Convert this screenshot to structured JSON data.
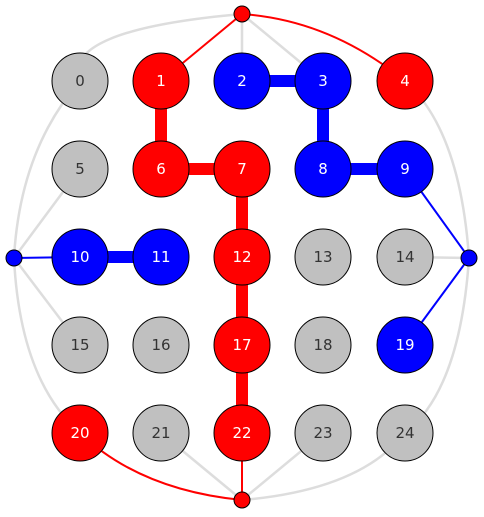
{
  "colors": {
    "red": "#ff0000",
    "blue": "#0000ff",
    "gray": "#c0c0c0",
    "light_edge": "#dddddd",
    "stroke": "#000000",
    "label_light": "#ffffff",
    "label_dark": "#333333"
  },
  "nodes": [
    {
      "id": "0",
      "label": "0",
      "color": "gray"
    },
    {
      "id": "1",
      "label": "1",
      "color": "red"
    },
    {
      "id": "2",
      "label": "2",
      "color": "blue"
    },
    {
      "id": "3",
      "label": "3",
      "color": "blue"
    },
    {
      "id": "4",
      "label": "4",
      "color": "red"
    },
    {
      "id": "5",
      "label": "5",
      "color": "gray"
    },
    {
      "id": "6",
      "label": "6",
      "color": "red"
    },
    {
      "id": "7",
      "label": "7",
      "color": "red"
    },
    {
      "id": "8",
      "label": "8",
      "color": "blue"
    },
    {
      "id": "9",
      "label": "9",
      "color": "blue"
    },
    {
      "id": "10",
      "label": "10",
      "color": "blue"
    },
    {
      "id": "11",
      "label": "11",
      "color": "blue"
    },
    {
      "id": "12",
      "label": "12",
      "color": "red"
    },
    {
      "id": "13",
      "label": "13",
      "color": "gray"
    },
    {
      "id": "14",
      "label": "14",
      "color": "gray"
    },
    {
      "id": "15",
      "label": "15",
      "color": "gray"
    },
    {
      "id": "16",
      "label": "16",
      "color": "gray"
    },
    {
      "id": "17",
      "label": "17",
      "color": "red"
    },
    {
      "id": "18",
      "label": "18",
      "color": "gray"
    },
    {
      "id": "19",
      "label": "19",
      "color": "blue"
    },
    {
      "id": "20",
      "label": "20",
      "color": "red"
    },
    {
      "id": "21",
      "label": "21",
      "color": "gray"
    },
    {
      "id": "22",
      "label": "22",
      "color": "red"
    },
    {
      "id": "23",
      "label": "23",
      "color": "gray"
    },
    {
      "id": "24",
      "label": "24",
      "color": "gray"
    }
  ],
  "terminals": [
    {
      "id": "top",
      "color": "red"
    },
    {
      "id": "bottom",
      "color": "red"
    },
    {
      "id": "left",
      "color": "blue"
    },
    {
      "id": "right",
      "color": "blue"
    }
  ],
  "edges_thick": [
    {
      "from": "1",
      "to": "6",
      "color": "red"
    },
    {
      "from": "6",
      "to": "7",
      "color": "red"
    },
    {
      "from": "7",
      "to": "12",
      "color": "red"
    },
    {
      "from": "12",
      "to": "17",
      "color": "red"
    },
    {
      "from": "17",
      "to": "22",
      "color": "red"
    },
    {
      "from": "2",
      "to": "3",
      "color": "blue"
    },
    {
      "from": "3",
      "to": "8",
      "color": "blue"
    },
    {
      "from": "8",
      "to": "9",
      "color": "blue"
    },
    {
      "from": "10",
      "to": "11",
      "color": "blue"
    }
  ],
  "edges_thin": [
    {
      "from": "top",
      "to": "1",
      "color": "red"
    },
    {
      "from": "top",
      "to": "4",
      "color": "red"
    },
    {
      "from": "bottom",
      "to": "22",
      "color": "red"
    },
    {
      "from": "bottom",
      "to": "20",
      "color": "red"
    },
    {
      "from": "left",
      "to": "10",
      "color": "blue"
    },
    {
      "from": "right",
      "to": "9",
      "color": "blue"
    },
    {
      "from": "right",
      "to": "19",
      "color": "blue"
    },
    {
      "from": "top",
      "to": "0",
      "color": "light_edge"
    },
    {
      "from": "top",
      "to": "2",
      "color": "light_edge"
    },
    {
      "from": "top",
      "to": "3",
      "color": "light_edge"
    },
    {
      "from": "left",
      "to": "5",
      "color": "light_edge"
    },
    {
      "from": "left",
      "to": "15",
      "color": "light_edge"
    },
    {
      "from": "right",
      "to": "14",
      "color": "light_edge"
    },
    {
      "from": "right",
      "to": "4",
      "color": "light_edge"
    },
    {
      "from": "right",
      "to": "24",
      "color": "light_edge"
    },
    {
      "from": "bottom",
      "to": "21",
      "color": "light_edge"
    },
    {
      "from": "bottom",
      "to": "23",
      "color": "light_edge"
    },
    {
      "from": "left",
      "to": "0",
      "color": "light_edge"
    },
    {
      "from": "left",
      "to": "20",
      "color": "light_edge"
    },
    {
      "from": "bottom",
      "to": "24",
      "color": "light_edge"
    }
  ]
}
